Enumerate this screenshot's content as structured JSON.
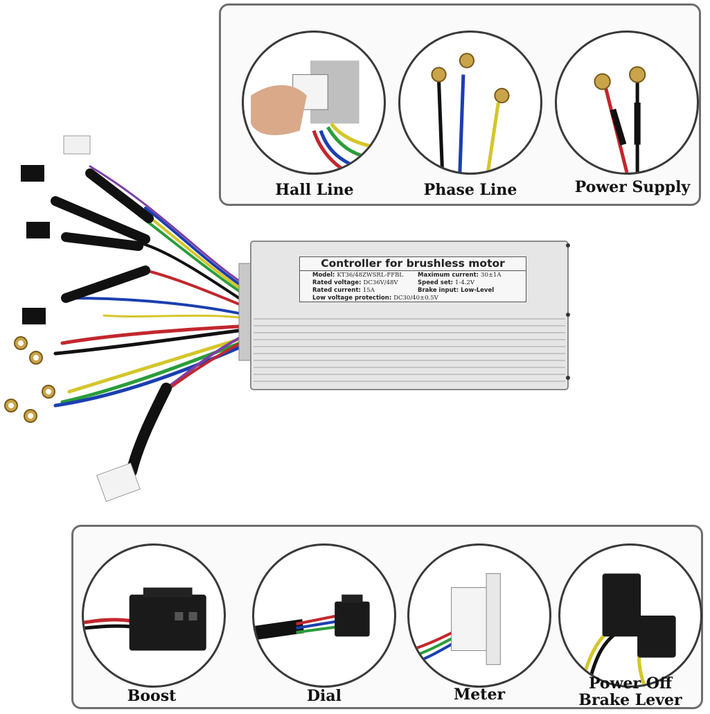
{
  "top_panel": {
    "captions": [
      "Hall Line",
      "Phase Line",
      "Power Supply"
    ]
  },
  "bottom_panel": {
    "captions": [
      "Boost",
      "Dial",
      "Meter"
    ],
    "brake_caption_line1": "Power Off",
    "brake_caption_line2": "Brake Lever"
  },
  "controller_label": {
    "title": "Controller for brushless motor",
    "model_label": "Model:",
    "model_value": "KT36/48ZWSRL-FFBL",
    "max_current_label": "Maximum current:",
    "max_current_value": "30±1A",
    "rated_voltage_label": "Rated voltage:",
    "rated_voltage_value": "DC36V/48V",
    "speed_set_label": "Speed set:",
    "speed_set_value": "1-4.2V",
    "rated_current_label": "Rated current:",
    "rated_current_value": "15A",
    "brake_input_label": "Brake input:",
    "brake_input_value": "Low-Level",
    "low_voltage_label": "Low voltage protection:",
    "low_voltage_value": "DC30/40±0.5V"
  }
}
